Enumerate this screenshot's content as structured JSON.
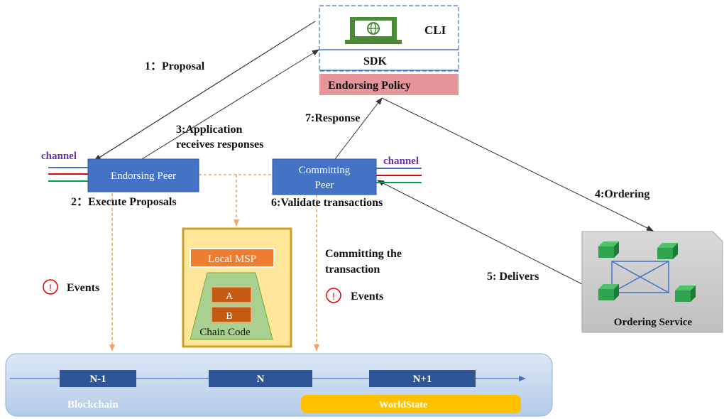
{
  "client": {
    "cli": "CLI",
    "sdk": "SDK",
    "policy": "Endorsing Policy"
  },
  "peers": {
    "endorsing": "Endorsing Peer",
    "committing_line1": "Committing",
    "committing_line2": "Peer",
    "channel_left": "channel",
    "channel_right": "channel"
  },
  "steps": {
    "proposal": "1：Proposal",
    "execute": "2：Execute Proposals",
    "responses_line1": "3:Application",
    "responses_line2": "receives responses",
    "ordering": "4:Ordering",
    "delivers": "5: Delivers",
    "validate": "6:Validate transactions",
    "response": "7:Response"
  },
  "msp": {
    "local_msp": "Local MSP",
    "a": "A",
    "b": "B",
    "chaincode": "Chain Code"
  },
  "events": {
    "left": "Events",
    "right": "Events",
    "commit_line1": "Committing the",
    "commit_line2": "transaction"
  },
  "ordering_service": "Ordering Service",
  "ledger": {
    "blocks": [
      "N-1",
      "N",
      "N+1"
    ],
    "blockchain": "Blockchain",
    "world_state": "WorldState"
  },
  "colors": {
    "peer_blue": "#4472c4",
    "policy_pink": "#e6969a",
    "ledger_bg": "#c6d9f1",
    "world_state": "#ffc000",
    "orange_dash": "#f4a460",
    "channel_purple": "#7030a0"
  }
}
